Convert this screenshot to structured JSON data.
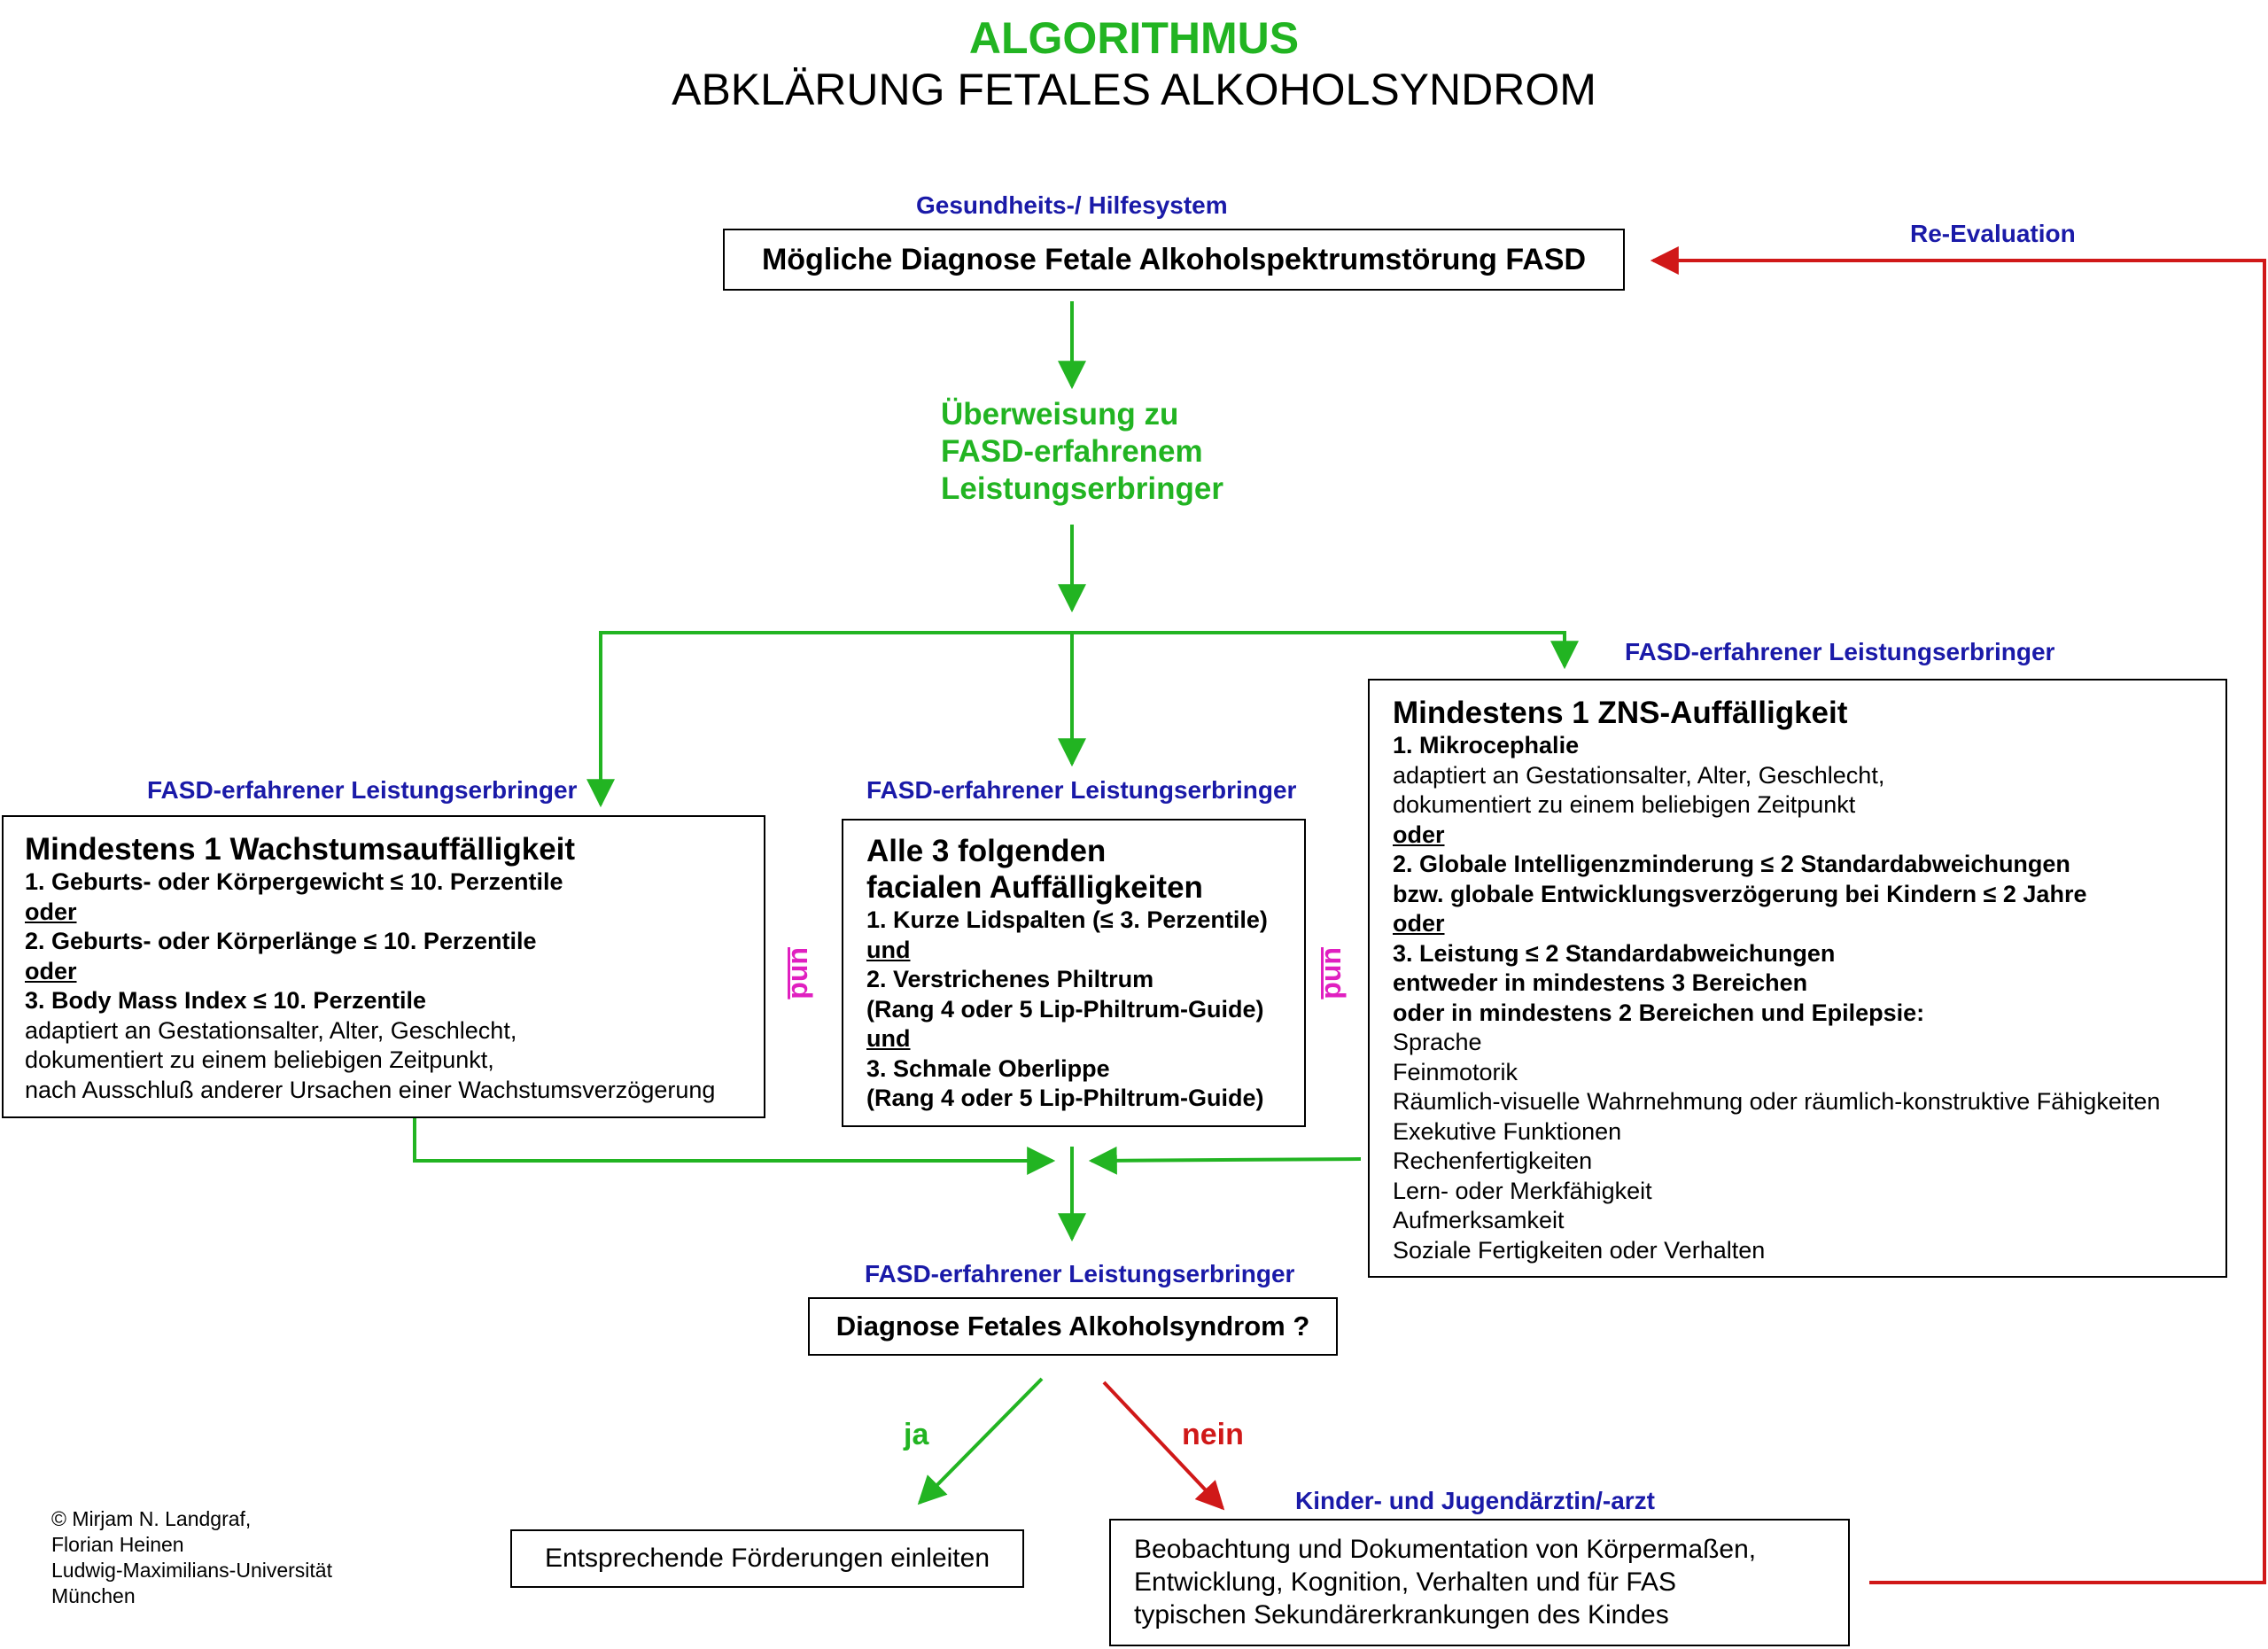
{
  "title": {
    "line1": "ALGORITHMUS",
    "line2": "ABKLÄRUNG FETALES ALKOHOLSYNDROM"
  },
  "labels": {
    "health_system": "Gesundheits-/ Hilfesystem",
    "re_evaluation": "Re-Evaluation",
    "provider_right": "FASD-erfahrener Leistungserbringer",
    "provider_left": "FASD-erfahrener Leistungserbringer",
    "provider_center": "FASD-erfahrener Leistungserbringer",
    "provider_diagnosis": "FASD-erfahrener Leistungserbringer",
    "pediatrician": "Kinder- und Jugendärztin/-arzt",
    "und_left": "und",
    "und_right": "und",
    "ja": "ja",
    "nein": "nein"
  },
  "boxes": {
    "possible_diagnosis": "Mögliche Diagnose Fetale Alkoholspektrumstörung FASD",
    "referral": [
      "Überweisung zu",
      "FASD-erfahrenem",
      "Leistungserbringer"
    ],
    "growth": {
      "heading": "Mindestens 1 Wachstumsauffälligkeit",
      "lines": [
        "1. Geburts- oder Körpergewicht  ≤ 10. Perzentile",
        "oder",
        "2. Geburts- oder Körperlänge ≤ 10. Perzentile",
        "oder",
        "3. Body Mass Index ≤ 10. Perzentile",
        "adaptiert an Gestationsalter, Alter, Geschlecht,",
        "dokumentiert zu einem beliebigen Zeitpunkt,",
        "nach Ausschluß anderer Ursachen einer Wachstumsverzögerung"
      ]
    },
    "facial": {
      "heading1": "Alle 3 folgenden",
      "heading2": "facialen Auffälligkeiten",
      "lines": [
        "1. Kurze Lidspalten (≤ 3. Perzentile)",
        "und",
        "2. Verstrichenes Philtrum",
        "(Rang 4 oder 5 Lip-Philtrum-Guide)",
        "und",
        "3. Schmale Oberlippe",
        "(Rang 4 oder 5 Lip-Philtrum-Guide)"
      ]
    },
    "cns": {
      "heading": "Mindestens 1 ZNS-Auffälligkeit",
      "lines": [
        "1. Mikrocephalie",
        "adaptiert an Gestationsalter, Alter, Geschlecht,",
        "dokumentiert zu einem beliebigen Zeitpunkt",
        "oder",
        "2. Globale Intelligenzminderung ≤ 2 Standardabweichungen",
        "bzw. globale Entwicklungsverzögerung bei Kindern ≤ 2 Jahre",
        "oder",
        "3. Leistung ≤ 2 Standardabweichungen",
        "entweder in mindestens 3 Bereichen",
        "oder in mindestens 2 Bereichen und Epilepsie:",
        "Sprache",
        "Feinmotorik",
        "Räumlich-visuelle Wahrnehmung oder räumlich-konstruktive Fähigkeiten",
        "Exekutive Funktionen",
        "Rechenfertigkeiten",
        "Lern- oder Merkfähigkeit",
        "Aufmerksamkeit",
        "Soziale Fertigkeiten oder Verhalten"
      ]
    },
    "diagnosis": "Diagnose Fetales Alkoholsyndrom ?",
    "support": "Entsprechende Förderungen einleiten",
    "observation": [
      "Beobachtung und Dokumentation von Körpermaßen,",
      "Entwicklung, Kognition, Verhalten und für FAS",
      "typischen Sekundärerkrankungen des Kindes"
    ]
  },
  "copyright": [
    "© Mirjam N. Landgraf,",
    "Florian Heinen",
    "Ludwig-Maximilians-Universität",
    "München"
  ],
  "colors": {
    "green": "#22b422",
    "red": "#d01818",
    "blue": "#1a1aa8",
    "magenta": "#e020c0"
  }
}
